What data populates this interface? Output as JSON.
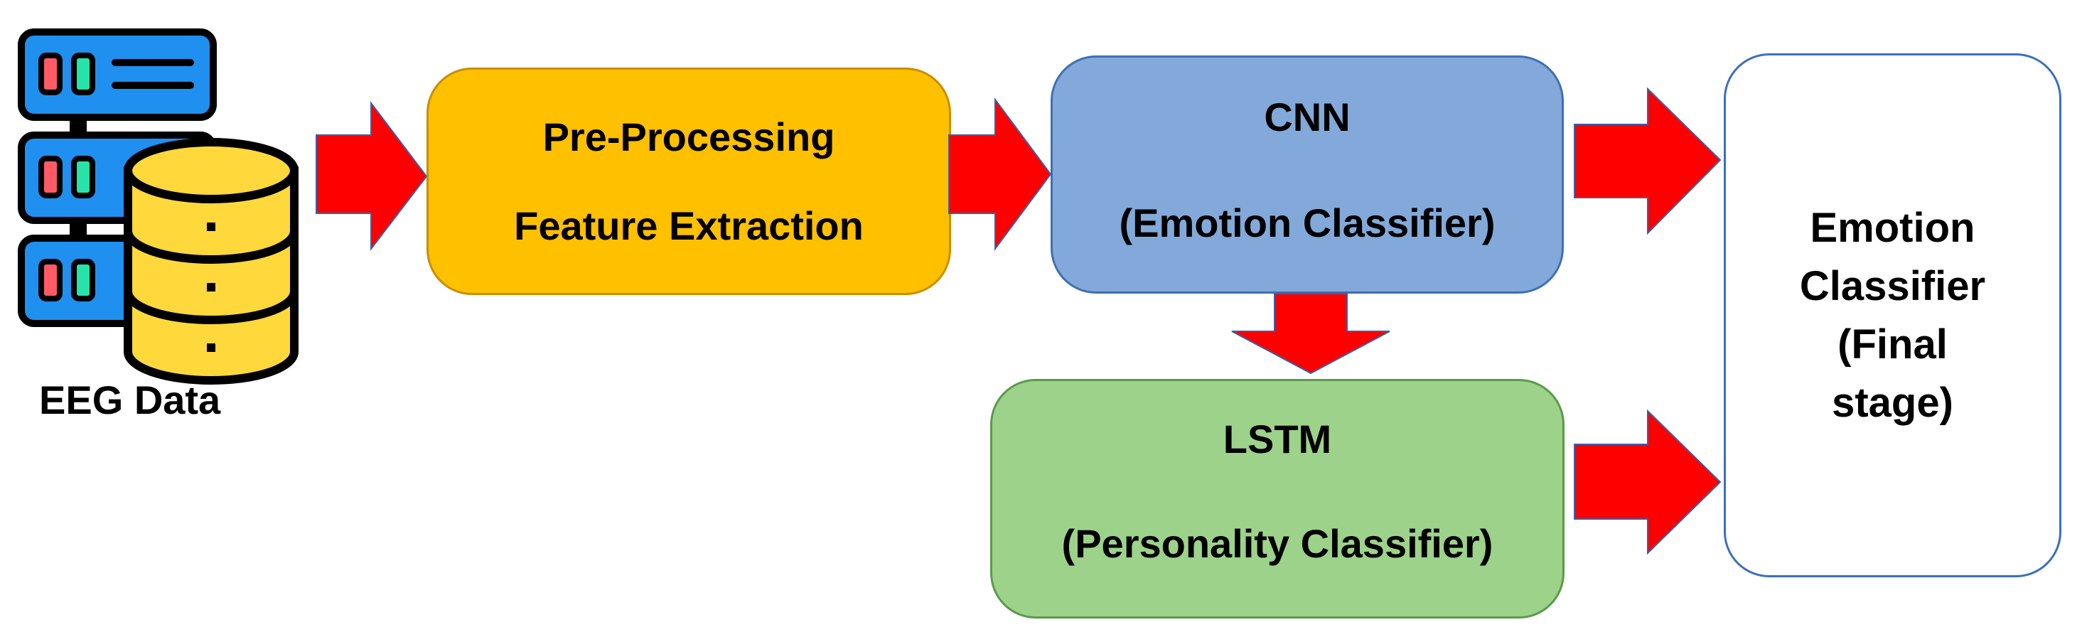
{
  "colors": {
    "preprocessing_fill": "#ffc000",
    "cnn_fill": "#82a9d9",
    "lstm_fill": "#9dd28a",
    "final_fill": "#ffffff",
    "arrow_fill": "#ff0000",
    "arrow_stroke": "#3a5fa8",
    "server_blue": "#1f8ff0",
    "database_yellow": "#ffd83b"
  },
  "source": {
    "label": "EEG Data",
    "icons": [
      "server-rack-icon",
      "database-icon"
    ]
  },
  "preprocessing": {
    "line1": "Pre-Processing",
    "line2": "Feature Extraction"
  },
  "cnn": {
    "title": "CNN",
    "subtitle": "(Emotion Classifier)"
  },
  "lstm": {
    "title": "LSTM",
    "subtitle": "(Personality Classifier)"
  },
  "final": {
    "line1": "Emotion",
    "line2": "Classifier",
    "line3": "(Final",
    "line4": "stage)"
  },
  "edges": [
    {
      "from": "EEG Data",
      "to": "Pre-Processing"
    },
    {
      "from": "Pre-Processing",
      "to": "CNN"
    },
    {
      "from": "CNN",
      "to": "LSTM"
    },
    {
      "from": "CNN",
      "to": "Emotion Classifier (Final stage)"
    },
    {
      "from": "LSTM",
      "to": "Emotion Classifier (Final stage)"
    }
  ]
}
